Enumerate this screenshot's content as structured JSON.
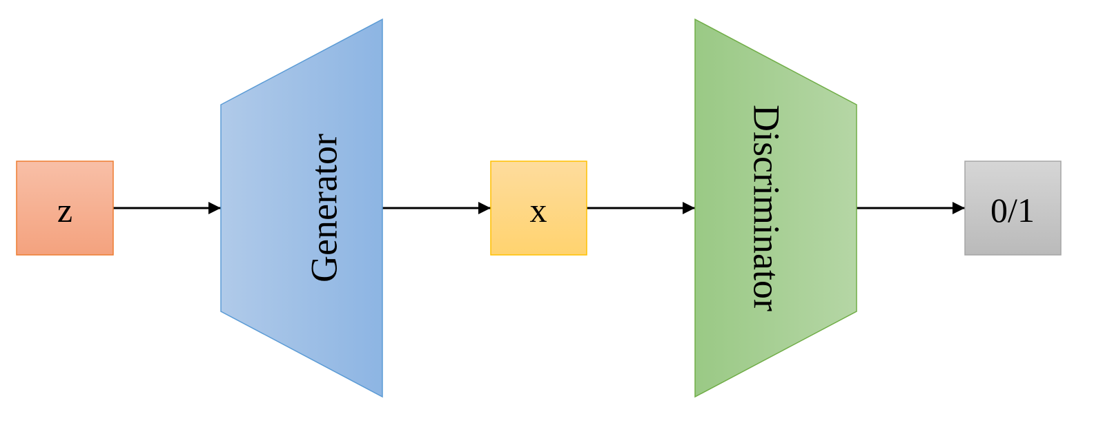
{
  "nodes": {
    "z": {
      "label": "z"
    },
    "generator": {
      "label": "Generator"
    },
    "x": {
      "label": "x"
    },
    "discriminator": {
      "label": "Discriminator"
    },
    "output": {
      "label": "0/1"
    }
  },
  "colors": {
    "z_top": "#f8bfa7",
    "z_bottom": "#f4a27e",
    "z_border": "#ed7d31",
    "generator_left": "#b0cae9",
    "generator_right": "#8db5e3",
    "generator_border": "#5b9bd5",
    "x_top": "#fedc9d",
    "x_bottom": "#ffd36f",
    "x_border": "#ffc000",
    "discriminator_left": "#9ac985",
    "discriminator_right": "#b5d6a5",
    "discriminator_border": "#70ad47",
    "output_top": "#d6d6d6",
    "output_bottom": "#bababa",
    "output_border": "#a5a5a5",
    "arrow": "#000000"
  },
  "edges": [
    {
      "from": "z",
      "to": "generator"
    },
    {
      "from": "generator",
      "to": "x"
    },
    {
      "from": "x",
      "to": "discriminator"
    },
    {
      "from": "discriminator",
      "to": "output"
    }
  ]
}
